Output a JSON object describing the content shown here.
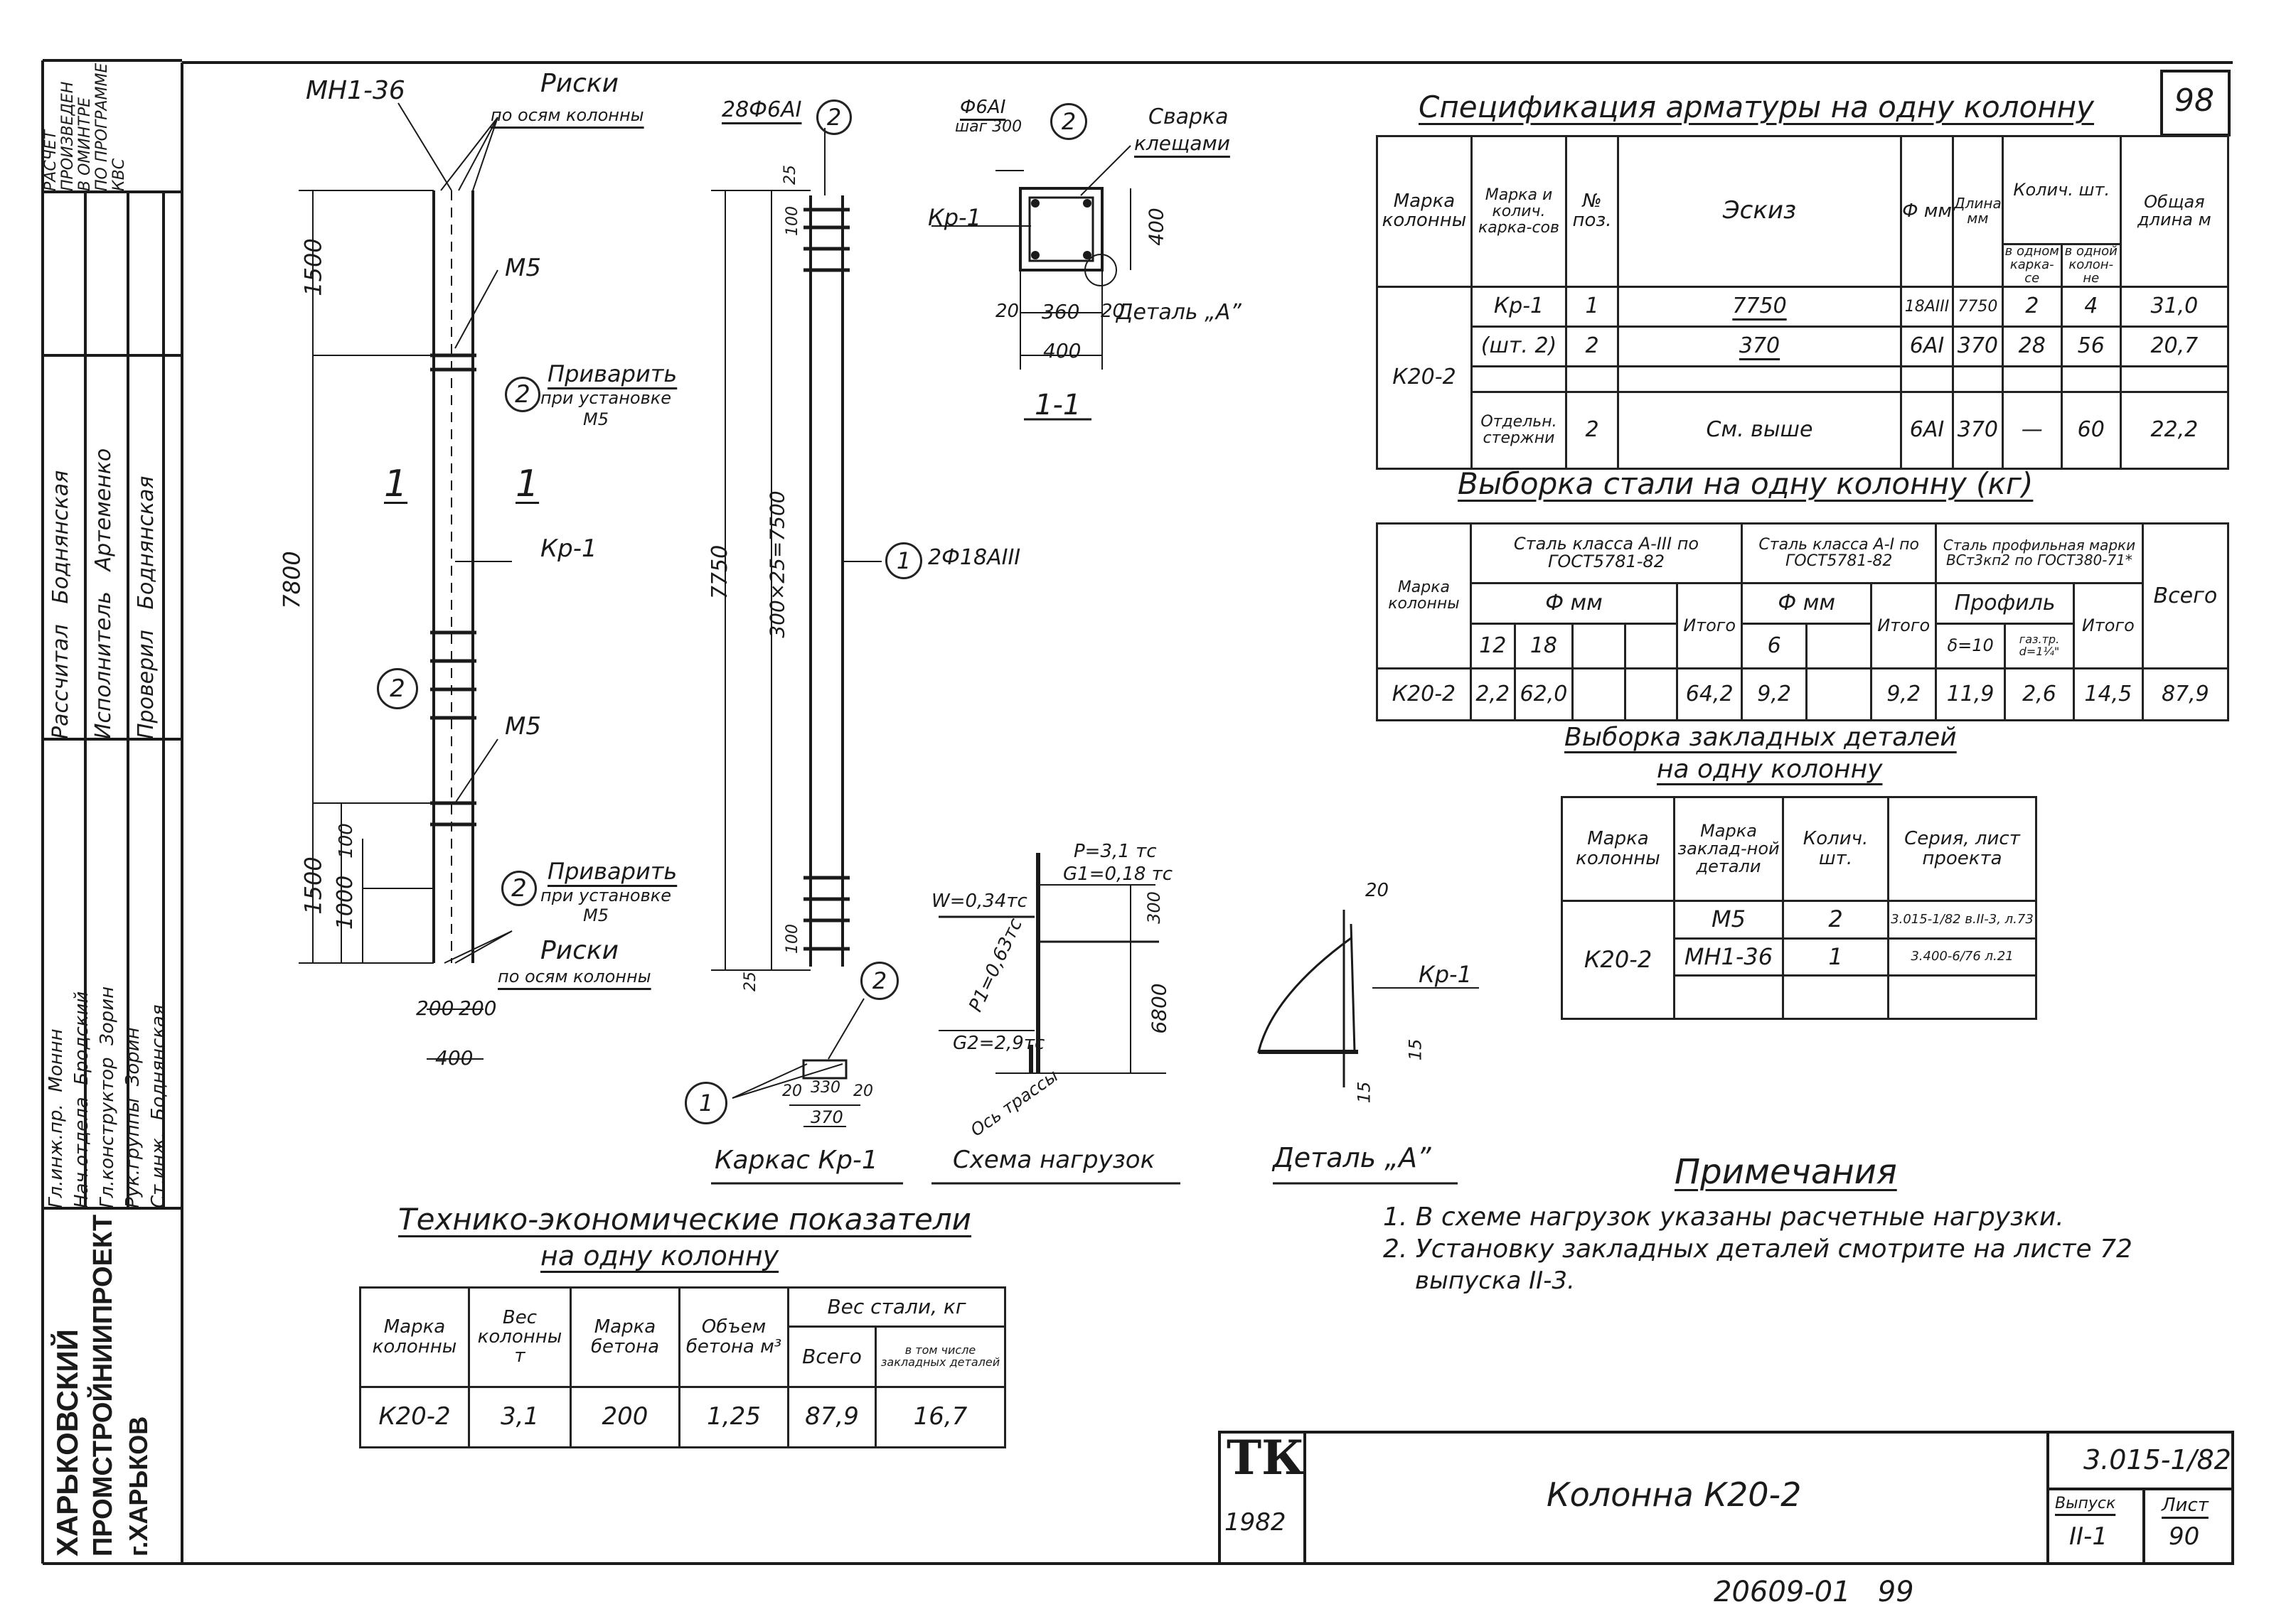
{
  "sheet_number_top": "98",
  "side_panel": {
    "calc_note": [
      "РАСЧЕТ",
      "ПРОИЗВЕДЕН",
      "В ОМИНТРЕ",
      "ПО ПРОГРАММЕ",
      "КВС"
    ],
    "names_col1": [
      "Боднянская",
      "Артеменко",
      "Боднянская"
    ],
    "roles_col1": [
      "Рассчитал",
      "Исполнитель",
      "Проверил"
    ],
    "names_col2": [
      "Моннн",
      "Бродский",
      "Зорин",
      "Зорин",
      "Боднянская"
    ],
    "roles_col2": [
      "Гл.инж.пр.",
      "Нач.отдела",
      "Гл.конструктор",
      "Рук.группы",
      "Ст.инж."
    ],
    "org": [
      "ХАРЬКОВСКИЙ",
      "ПРОМСТРОЙНИИПРОЕКТ",
      "г.ХАРЬКОВ"
    ]
  },
  "column_drawing": {
    "mark_top": "МН1-36",
    "risks_top": "Риски",
    "risks_top_sub": "по осям колонны",
    "m5_top": "М5",
    "weld_top": "Приварить",
    "weld_top_sub": "при установке",
    "weld_top_m5": "М5",
    "section_left": "1",
    "section_right": "1",
    "kr1": "Кр-1",
    "m5_bottom": "М5",
    "weld_bottom": "Приварить",
    "weld_bottom_sub": "при установке",
    "weld_bottom_m5": "М5",
    "risks_bottom": "Риски",
    "risks_bottom_sub": "по осям колонны",
    "dim_total": "7800",
    "dim_top": "1500",
    "dim_bottom": "1500",
    "dim_1000": "1000",
    "dim_100": "100",
    "dim_200a": "200",
    "dim_200b": "200",
    "dim_400": "400",
    "pos2a": "2",
    "pos2b": "2",
    "pos2c": "2"
  },
  "cage_drawing": {
    "label_top": "28Ф6АI",
    "pos_top": "2",
    "label_side": "2Ф18АIII",
    "pos_side": "1",
    "dim_length": "7750",
    "dim_pitch": "300×25=7500",
    "dim_25a": "25",
    "dim_100a": "100",
    "dim_25b": "25",
    "dim_100b": "100",
    "pos_bottom2": "2",
    "pos_bottom1": "1",
    "dim_20a": "20",
    "dim_330": "330",
    "dim_20b": "20",
    "dim_370": "370",
    "caption": "Каркас Кр-1"
  },
  "section_drawing": {
    "stirrup": "Ф6АI",
    "step": "шаг 300",
    "pos": "2",
    "weld": "Сварка",
    "weld_sub": "клещами",
    "kr1": "Кр-1",
    "dim_400v": "400",
    "dim_20": "20",
    "dim_360": "360",
    "dim_20b": "20",
    "dim_400h": "400",
    "detail": "Деталь „А”",
    "caption": "1-1"
  },
  "load_scheme": {
    "p": "Р=3,1 тс",
    "g1": "G1=0,18 тс",
    "w": "W=0,34тс",
    "p1": "P1=0,63тс",
    "g2": "G2=2,9тс",
    "dim_300": "300",
    "dim_6800": "6800",
    "axis": "Ось трассы",
    "caption": "Схема нагрузок"
  },
  "detail_a": {
    "dim_20": "20",
    "kr1": "Кр-1",
    "dim_15a": "15",
    "dim_15b": "15",
    "caption": "Деталь „А”"
  },
  "spec": {
    "title": "Спецификация арматуры на одну колонну",
    "headers": {
      "mark": "Марка колонны",
      "cage": "Марка и колич. карка-сов",
      "pos": "№ поз.",
      "sketch": "Эскиз",
      "diam": "Ф мм",
      "length": "Длина мм",
      "qty": "Колич. шт.",
      "qty_cage": "в одном карка-се",
      "qty_col": "в одной колон-не",
      "total": "Общая длина м"
    },
    "mark": "К20-2",
    "cage1": "Кр-1",
    "cage1_qty": "(шт. 2)",
    "cage2": "Отдельн. стержни",
    "rows": [
      {
        "pos": "1",
        "sketch": "7750",
        "diam": "18АIII",
        "length": "7750",
        "q1": "2",
        "q2": "4",
        "total": "31,0"
      },
      {
        "pos": "2",
        "sketch": "370",
        "diam": "6АI",
        "length": "370",
        "q1": "28",
        "q2": "56",
        "total": "20,7"
      },
      {
        "pos": "2",
        "sketch": "См. выше",
        "diam": "6АI",
        "length": "370",
        "q1": "—",
        "q2": "60",
        "total": "22,2"
      }
    ]
  },
  "steel": {
    "title": "Выборка стали на одну колонну (кг)",
    "h_mark": "Марка колонны",
    "h_a3": "Сталь класса А-III по ГОСТ5781-82",
    "h_a1": "Сталь класса А-I по ГОСТ5781-82",
    "h_prof": "Сталь профильная марки ВСт3кп2 по ГОСТ380-71*",
    "h_phi1": "Ф мм",
    "h_phi2": "Ф мм",
    "h_profile": "Профиль",
    "h_12": "12",
    "h_18": "18",
    "h_total1": "Итого",
    "h_6": "6",
    "h_total2": "Итого",
    "h_d10": "δ=10",
    "h_pipe": "газ.тр. d=1¼\"",
    "h_total3": "Итого",
    "h_all": "Всего",
    "row": [
      "К20-2",
      "2,2",
      "62,0",
      "64,2",
      "9,2",
      "9,2",
      "11,9",
      "2,6",
      "14,5",
      "87,9"
    ]
  },
  "embedded": {
    "title1": "Выборка закладных деталей",
    "title2": "на одну колонну",
    "h_mark": "Марка колонны",
    "h_part": "Марка заклад-ной детали",
    "h_qty": "Колич. шт.",
    "h_series": "Серия, лист проекта",
    "mark": "К20-2",
    "rows": [
      {
        "part": "М5",
        "qty": "2",
        "series": "3.015-1/82 в.II-3, л.73"
      },
      {
        "part": "МН1-36",
        "qty": "1",
        "series": "3.400-6/76 л.21"
      }
    ]
  },
  "notes": {
    "title": "Примечания",
    "items": [
      "1. В схеме нагрузок указаны расчетные нагрузки.",
      "2. Установку закладных деталей смотрите на листе 72",
      "выпуска II-3."
    ]
  },
  "tep": {
    "title1": "Технико-экономические показатели",
    "title2": "на одну колонну",
    "h_mark": "Марка колонны",
    "h_weight": "Вес колонны т",
    "h_concrete": "Марка бетона",
    "h_volume": "Объем бетона м³",
    "h_steel": "Вес стали, кг",
    "h_total": "Всего",
    "h_incl": "в том числе закладных деталей",
    "row": [
      "К20-2",
      "3,1",
      "200",
      "1,25",
      "87,9",
      "16,7"
    ]
  },
  "title_block": {
    "logo": "ТК",
    "year": "1982",
    "name": "Колонна К20-2",
    "series": "3.015-1/82",
    "issue_label": "Выпуск",
    "sheet_label": "Лист",
    "issue": "II-1",
    "sheet": "90"
  },
  "footer": "20609-01   99"
}
